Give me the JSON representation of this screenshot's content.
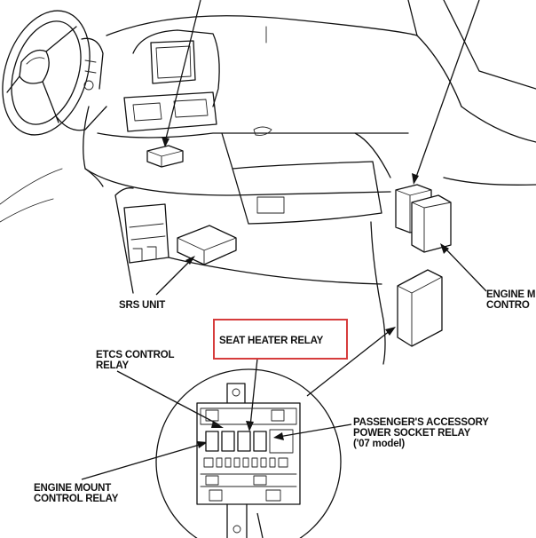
{
  "labels": {
    "srs_unit": "SRS UNIT",
    "engine_mount_right_1": "ENGINE M",
    "engine_mount_right_2": "CONTRO",
    "etcs_1": "ETCS CONTROL",
    "etcs_2": "RELAY",
    "seat_heater": "SEAT HEATER RELAY",
    "passenger_1": "PASSENGER'S ACCESSORY",
    "passenger_2": "POWER SOCKET RELAY",
    "passenger_3": "('07 model)",
    "engine_mount_left_1": "ENGINE MOUNT",
    "engine_mount_left_2": "CONTROL RELAY"
  },
  "colors": {
    "highlight": "#d63c3c",
    "ink": "#111111"
  }
}
